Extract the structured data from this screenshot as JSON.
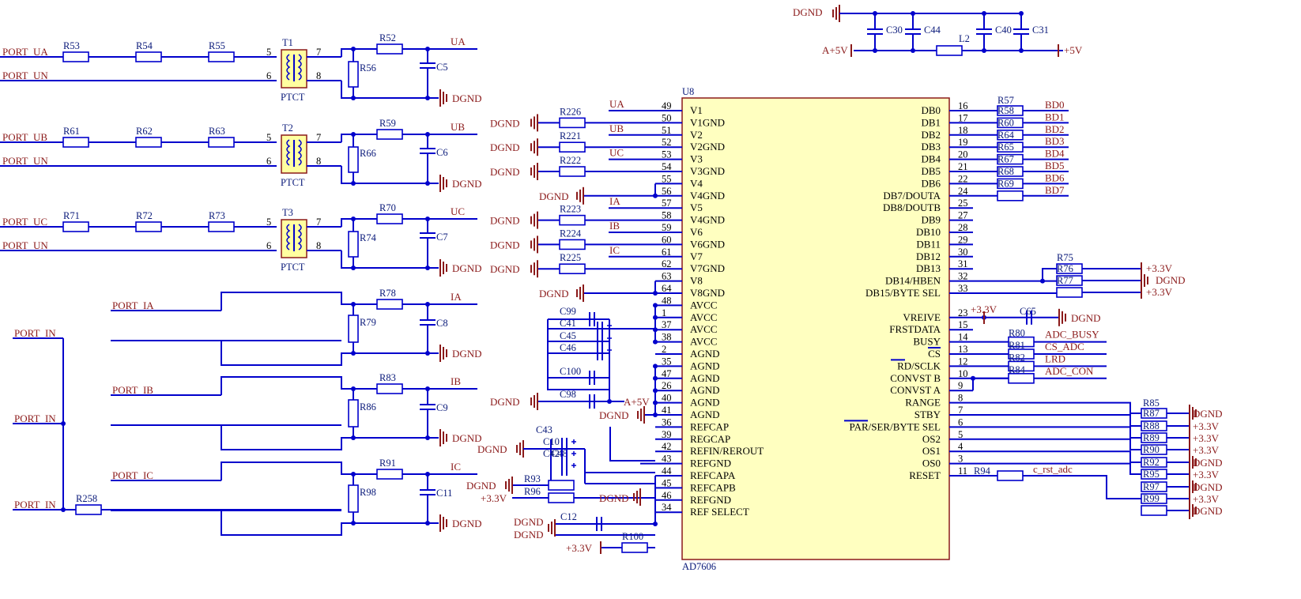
{
  "input_ports": [
    {
      "label": "PORT_UA",
      "r1": "R53",
      "r2": "R54",
      "r3": "R55",
      "xf": "T1",
      "rs": "R52",
      "rp": "R56",
      "c": "C5",
      "out": "UA",
      "gnd": "DGND"
    },
    {
      "label": "PORT_UB",
      "r1": "R61",
      "r2": "R62",
      "r3": "R63",
      "xf": "T2",
      "rs": "R59",
      "rp": "R66",
      "c": "C6",
      "out": "UB",
      "gnd": "DGND"
    },
    {
      "label": "PORT_UC",
      "r1": "R71",
      "r2": "R72",
      "r3": "R73",
      "xf": "T3",
      "rs": "R70",
      "rp": "R74",
      "c": "C7",
      "out": "UC",
      "gnd": "DGND"
    }
  ],
  "neutral_label": "PORT_UN",
  "transformer_type": "PTCT",
  "transformer_pins": [
    "5",
    "6",
    "7",
    "8"
  ],
  "current_channels": [
    {
      "label": "PORT_IA",
      "rs": "R78",
      "rp": "R79",
      "c": "C8",
      "out": "IA",
      "gnd": "DGND"
    },
    {
      "label": "PORT_IB",
      "rs": "R83",
      "rp": "R86",
      "c": "C9",
      "out": "IB",
      "gnd": "DGND"
    },
    {
      "label": "PORT_IC",
      "rs": "R91",
      "rp": "R98",
      "c": "C11",
      "out": "IC",
      "gnd": "DGND"
    }
  ],
  "port_in_label": "PORT_IN",
  "port_in_resistor": "R258",
  "supply": {
    "dgnd": "DGND",
    "a5v": "A+5V",
    "p5v": "+5V",
    "inductor": "L2",
    "caps": [
      "C30",
      "C44",
      "C40",
      "C31"
    ]
  },
  "chip": {
    "ref": "U8",
    "part": "AD7606",
    "left_pins": [
      {
        "num": "49",
        "name": "V1"
      },
      {
        "num": "50",
        "name": "V1GND"
      },
      {
        "num": "51",
        "name": "V2"
      },
      {
        "num": "52",
        "name": "V2GND"
      },
      {
        "num": "53",
        "name": "V3"
      },
      {
        "num": "54",
        "name": "V3GND"
      },
      {
        "num": "55",
        "name": "V4"
      },
      {
        "num": "56",
        "name": "V4GND"
      },
      {
        "num": "57",
        "name": "V5"
      },
      {
        "num": "58",
        "name": "V4GND"
      },
      {
        "num": "59",
        "name": "V6"
      },
      {
        "num": "60",
        "name": "V6GND"
      },
      {
        "num": "61",
        "name": "V7"
      },
      {
        "num": "62",
        "name": "V7GND"
      },
      {
        "num": "63",
        "name": "V8"
      },
      {
        "num": "64",
        "name": "V8GND"
      },
      {
        "num": "48",
        "name": "AVCC"
      },
      {
        "num": "1",
        "name": "AVCC"
      },
      {
        "num": "37",
        "name": "AVCC"
      },
      {
        "num": "38",
        "name": "AVCC"
      },
      {
        "num": "2",
        "name": "AGND"
      },
      {
        "num": "35",
        "name": "AGND"
      },
      {
        "num": "47",
        "name": "AGND"
      },
      {
        "num": "26",
        "name": "AGND"
      },
      {
        "num": "40",
        "name": "AGND"
      },
      {
        "num": "41",
        "name": "AGND"
      },
      {
        "num": "36",
        "name": "REFCAP"
      },
      {
        "num": "39",
        "name": "REGCAP"
      },
      {
        "num": "42",
        "name": "REFIN/REROUT"
      },
      {
        "num": "43",
        "name": "REFGND"
      },
      {
        "num": "44",
        "name": "REFCAPA"
      },
      {
        "num": "45",
        "name": "REFCAPB"
      },
      {
        "num": "46",
        "name": "REFGND"
      },
      {
        "num": "34",
        "name": "REF SELECT"
      }
    ],
    "right_pins": [
      {
        "num": "16",
        "name": "DB0"
      },
      {
        "num": "17",
        "name": "DB1"
      },
      {
        "num": "18",
        "name": "DB2"
      },
      {
        "num": "19",
        "name": "DB3"
      },
      {
        "num": "20",
        "name": "DB4"
      },
      {
        "num": "21",
        "name": "DB5"
      },
      {
        "num": "22",
        "name": "DB6"
      },
      {
        "num": "24",
        "name": "DB7/DOUTA"
      },
      {
        "num": "25",
        "name": "DB8/DOUTB"
      },
      {
        "num": "27",
        "name": "DB9"
      },
      {
        "num": "28",
        "name": "DB10"
      },
      {
        "num": "29",
        "name": "DB11"
      },
      {
        "num": "30",
        "name": "DB12"
      },
      {
        "num": "31",
        "name": "DB13"
      },
      {
        "num": "32",
        "name": "DB14/HBEN"
      },
      {
        "num": "33",
        "name": "DB15/BYTE SEL"
      },
      {
        "num": "",
        "name": ""
      },
      {
        "num": "23",
        "name": "VREIVE"
      },
      {
        "num": "15",
        "name": "FRSTDATA"
      },
      {
        "num": "14",
        "name": "BUSY"
      },
      {
        "num": "13",
        "name": "CS"
      },
      {
        "num": "12",
        "name": "RD/SCLK"
      },
      {
        "num": "10",
        "name": "CONVST B"
      },
      {
        "num": "9",
        "name": "CONVST A"
      },
      {
        "num": "8",
        "name": "RANGE"
      },
      {
        "num": "7",
        "name": "STBY"
      },
      {
        "num": "6",
        "name": "PAR/SER/BYTE SEL"
      },
      {
        "num": "5",
        "name": "OS2"
      },
      {
        "num": "4",
        "name": "OS1"
      },
      {
        "num": "3",
        "name": "OS0"
      },
      {
        "num": "11",
        "name": "RESET"
      }
    ]
  },
  "analog_inputs": [
    {
      "r": "R226",
      "net": "UA",
      "gnd": "DGND"
    },
    {
      "r": "R221",
      "net": "UB",
      "gnd": "DGND"
    },
    {
      "r": "R222",
      "net": "UC",
      "gnd": "DGND"
    },
    {
      "r": "",
      "net": "",
      "gnd": "DGND"
    },
    {
      "r": "R223",
      "net": "IA",
      "gnd": "DGND"
    },
    {
      "r": "R224",
      "net": "IB",
      "gnd": "DGND"
    },
    {
      "r": "R225",
      "net": "IC",
      "gnd": "DGND"
    },
    {
      "r": "",
      "net": "",
      "gnd": "DGND"
    }
  ],
  "avcc_caps": [
    "C99",
    "C41",
    "C45",
    "C46",
    "C100",
    "C98"
  ],
  "avcc_supply": "A+5V",
  "avcc_gnd": "DGND",
  "agnd_label": "DGND",
  "ref_caps": [
    "C43",
    "C10",
    "C42",
    "C48"
  ],
  "ref_caps_gnd": "DGND",
  "ref_resistors": [
    {
      "r": "R93",
      "net": "DGND"
    },
    {
      "r": "R96",
      "net": "+3.3V"
    }
  ],
  "refgnd_label": "DGND",
  "c12": "C12",
  "c12_gnd": [
    "DGND",
    "DGND"
  ],
  "r100": "R100",
  "ref_select_net": "+3.3V",
  "data_nets": [
    {
      "r": "R58",
      "net": "BD0"
    },
    {
      "r": "R60",
      "net": "BD1"
    },
    {
      "r": "R64",
      "net": "BD2"
    },
    {
      "r": "R65",
      "net": "BD3"
    },
    {
      "r": "R67",
      "net": "BD4"
    },
    {
      "r": "R68",
      "net": "BD5"
    },
    {
      "r": "R69",
      "net": "BD6"
    },
    {
      "r": "",
      "net": "BD7"
    }
  ],
  "r57": "R57",
  "hben_resistors": [
    {
      "r": "R75"
    },
    {
      "r": "R76",
      "net": "+3.3V"
    },
    {
      "r": "R77",
      "net": "DGND"
    },
    {
      "r": "",
      "net": "+3.3V"
    }
  ],
  "vref": {
    "supply": "+3.3V",
    "cap": "C65",
    "gnd": "DGND"
  },
  "ctrl_nets": [
    {
      "r": "R80",
      "net": "ADC_BUSY"
    },
    {
      "r": "R81",
      "net": "CS_ADC"
    },
    {
      "r": "R82",
      "net": "LRD"
    },
    {
      "r": "R84",
      "net": "ADC_CON"
    }
  ],
  "config_resistors": [
    {
      "r": "R85",
      "net": ""
    },
    {
      "r": "R87",
      "net": "DGND"
    },
    {
      "r": "R88",
      "net": "+3.3V"
    },
    {
      "r": "R89",
      "net": "+3.3V"
    },
    {
      "r": "R90",
      "net": "+3.3V"
    },
    {
      "r": "R92",
      "net": "DGND"
    },
    {
      "r": "R95",
      "net": "+3.3V"
    },
    {
      "r": "R97",
      "net": "DGND"
    },
    {
      "r": "R99",
      "net": "+3.3V"
    },
    {
      "r": "",
      "net": "DGND"
    }
  ],
  "reset": {
    "r": "R94",
    "net": "c_rst_adc"
  },
  "colors": {
    "wire": "#0000cc",
    "net": "#8b1a1a",
    "chip_fill": "#ffffc0",
    "chip_border": "#8b1a1a",
    "xf_fill": "#ffffa0"
  }
}
